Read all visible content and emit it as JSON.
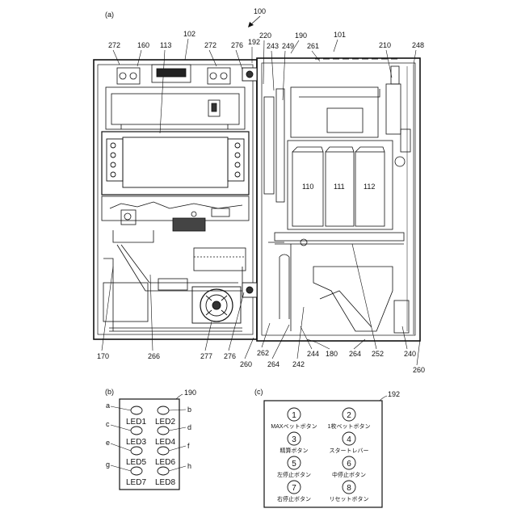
{
  "figure": {
    "panel_a": "(a)",
    "panel_b": "(b)",
    "panel_c": "(c)",
    "main_ref": "100",
    "refs_top": [
      "272",
      "160",
      "113",
      "102",
      "272",
      "276",
      "192",
      "220",
      "243",
      "249",
      "190",
      "261",
      "101",
      "210",
      "248"
    ],
    "refs_bottom": [
      "170",
      "266",
      "277",
      "276",
      "260",
      "262",
      "264",
      "242",
      "244",
      "180",
      "264",
      "252",
      "240",
      "260"
    ],
    "compartments": [
      "110",
      "111",
      "112"
    ]
  },
  "led_panel": {
    "ref": "190",
    "letters": [
      "a",
      "b",
      "c",
      "d",
      "e",
      "f",
      "g",
      "h"
    ],
    "leds": [
      "LED1",
      "LED2",
      "LED3",
      "LED4",
      "LED5",
      "LED6",
      "LED7",
      "LED8"
    ]
  },
  "button_panel": {
    "ref": "192",
    "buttons": [
      {
        "num": "1",
        "label": "MAXベットボタン"
      },
      {
        "num": "2",
        "label": "1枚ベットボタン"
      },
      {
        "num": "3",
        "label": "精算ボタン"
      },
      {
        "num": "4",
        "label": "スタートレバー"
      },
      {
        "num": "5",
        "label": "左停止ボタン"
      },
      {
        "num": "6",
        "label": "中停止ボタン"
      },
      {
        "num": "7",
        "label": "右停止ボタン"
      },
      {
        "num": "8",
        "label": "リセットボタン"
      }
    ]
  }
}
